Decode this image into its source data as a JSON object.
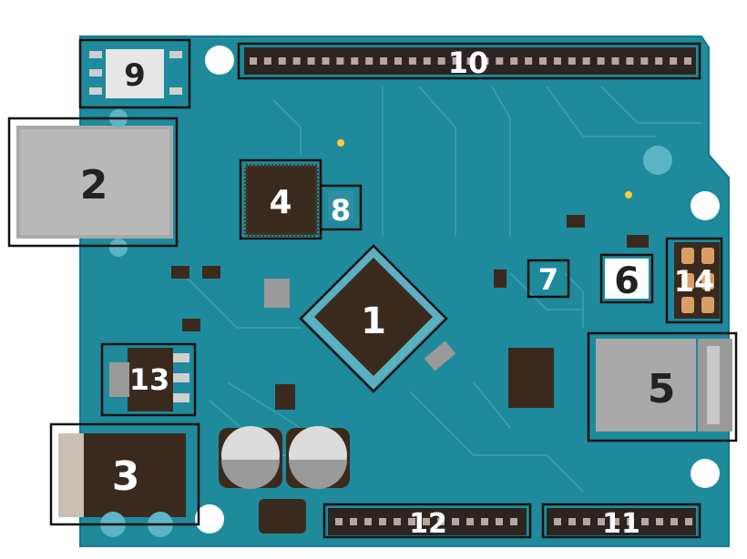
{
  "colors": {
    "board": "#1e8a9c",
    "board_dark": "#17788a",
    "trace": "#4aaabb",
    "chip": "#3a2a1e",
    "metal": "#b8b8b8",
    "outline": "#111111",
    "label_light": "#ffffff",
    "label_dark": "#222222"
  },
  "callouts": [
    {
      "id": "1",
      "text": "1"
    },
    {
      "id": "2",
      "text": "2"
    },
    {
      "id": "3",
      "text": "3"
    },
    {
      "id": "4",
      "text": "4"
    },
    {
      "id": "5",
      "text": "5"
    },
    {
      "id": "6",
      "text": "6"
    },
    {
      "id": "7",
      "text": "7"
    },
    {
      "id": "8",
      "text": "8"
    },
    {
      "id": "9",
      "text": "9"
    },
    {
      "id": "10",
      "text": "10"
    },
    {
      "id": "11",
      "text": "11"
    },
    {
      "id": "12",
      "text": "12"
    },
    {
      "id": "13",
      "text": "13"
    },
    {
      "id": "14",
      "text": "14"
    }
  ]
}
